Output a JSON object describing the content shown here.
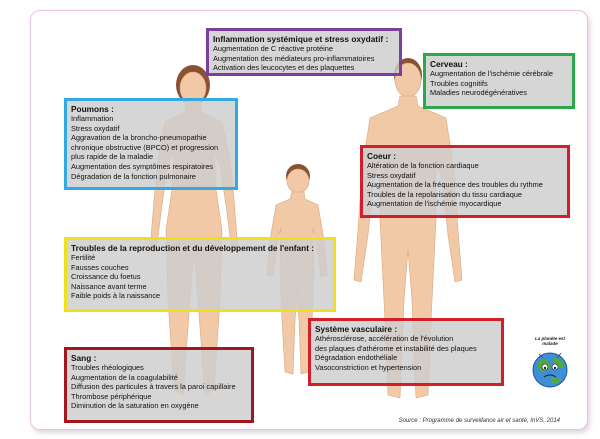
{
  "source": "Source : Programme de surveillance air et santé, InVS, 2014",
  "logo_text": "La planète est malade",
  "colors": {
    "purple": "#7b3fa0",
    "blue": "#34a8e0",
    "green": "#2aa84a",
    "red": "#d1202a",
    "yellow": "#f0e01a",
    "dark_red": "#a3161f",
    "skin": "#f2c9a6",
    "hair": "#8a5230"
  },
  "boxes": {
    "inflammation": {
      "title": "Inflammation systémique et stress oxydatif :",
      "items": [
        "Augmentation de C réactive protéine",
        "Augmentation des médiateurs pro-inflammatoires",
        "Activation des leucocytes et des plaquettes"
      ]
    },
    "poumons": {
      "title": "Poumons :",
      "items": [
        "Inflammation",
        "Stress oxydatif",
        "Aggravation de la broncho-pneumopathie\nchronique obstructive (BPCO) et progression\nplus rapide de la maladie",
        "Augmentation des symptômes respiratoires",
        "Dégradation de la fonction pulmonaire"
      ]
    },
    "cerveau": {
      "title": "Cerveau :",
      "items": [
        "Augmentation de l'ischémie cérébrale",
        "Troubles cognitifs",
        "Maladies neurodégénératives"
      ]
    },
    "coeur": {
      "title": "Coeur :",
      "items": [
        "Altération de la fonction cardiaque",
        "Stress oxydatif",
        "Augmentation de la fréquence des troubles du rythme",
        "Troubles de la repolarisation du tissu cardiaque",
        "Augmentation de l'ischémie myocardique"
      ]
    },
    "reproduction": {
      "title": "Troubles de la reproduction et du développement de l'enfant :",
      "items": [
        "Fertilité",
        "Fausses couches",
        "Croissance du foetus",
        "Naissance avant terme",
        "Faible poids à la naissance"
      ]
    },
    "vasculaire": {
      "title": "Système vasculaire :",
      "items": [
        "Athérosclérose, accélération de l'évolution\ndes plaques d'athérome et instabilité des plaques",
        "Dégradation endothéliale",
        "Vasoconstriction et hypertension"
      ]
    },
    "sang": {
      "title": "Sang :",
      "items": [
        "Troubles rhéologiques",
        "Augmentation de la coagulabilité",
        "Diffusion des particules à travers la paroi capillaire",
        "Thrombose périphérique",
        "Diminution de la saturation en oxygène"
      ]
    }
  }
}
